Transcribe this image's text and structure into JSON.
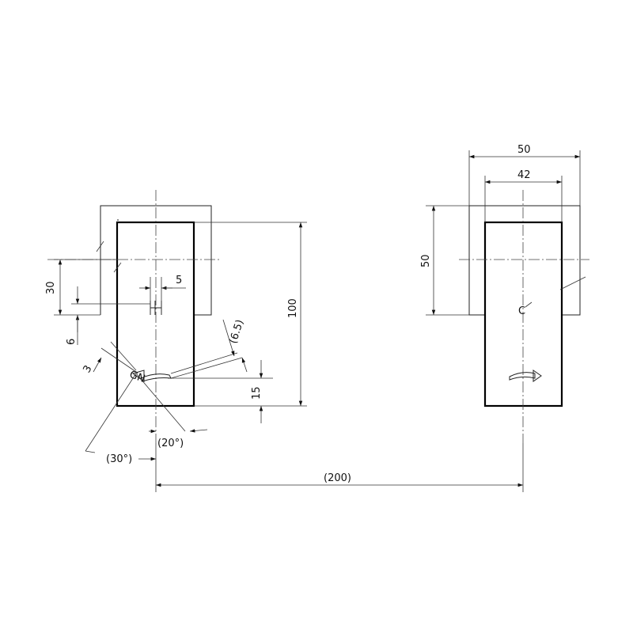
{
  "left_view": {
    "dim_30": "30",
    "dim_5": "5",
    "dim_6": "6",
    "dim_3": "3",
    "dim_100": "100",
    "dim_15": "15",
    "dim_65": "(6.5)",
    "dim_20deg": "(20°)",
    "dim_30deg": "(30°)",
    "part_mark": "GN"
  },
  "right_view": {
    "dim_50_top": "50",
    "dim_42": "42",
    "dim_50_side": "50",
    "part_mark": "C"
  },
  "spacing": {
    "dim_200": "(200)"
  }
}
